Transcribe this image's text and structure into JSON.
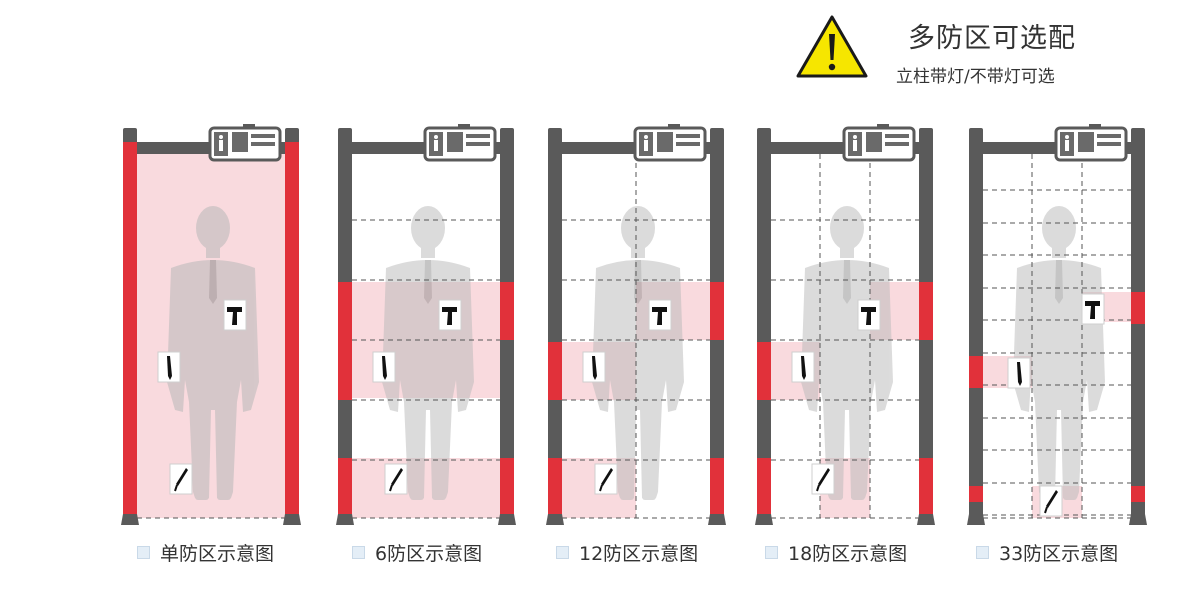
{
  "header": {
    "title": "多防区可选配",
    "subtitle": "立柱带灯/不带灯可选",
    "warning_icon": "warning-triangle-icon"
  },
  "colors": {
    "red": "#e1313a",
    "pillar": "#5a5a5a",
    "zone_fill": "#f8d3d8",
    "warning_yellow": "#f6e600"
  },
  "gates": [
    {
      "caption": "单防区示意图",
      "zones": 1
    },
    {
      "caption": "6防区示意图",
      "zones": 6
    },
    {
      "caption": "12防区示意图",
      "zones": 12
    },
    {
      "caption": "18防区示意图",
      "zones": 18
    },
    {
      "caption": "33防区示意图",
      "zones": 33
    }
  ]
}
